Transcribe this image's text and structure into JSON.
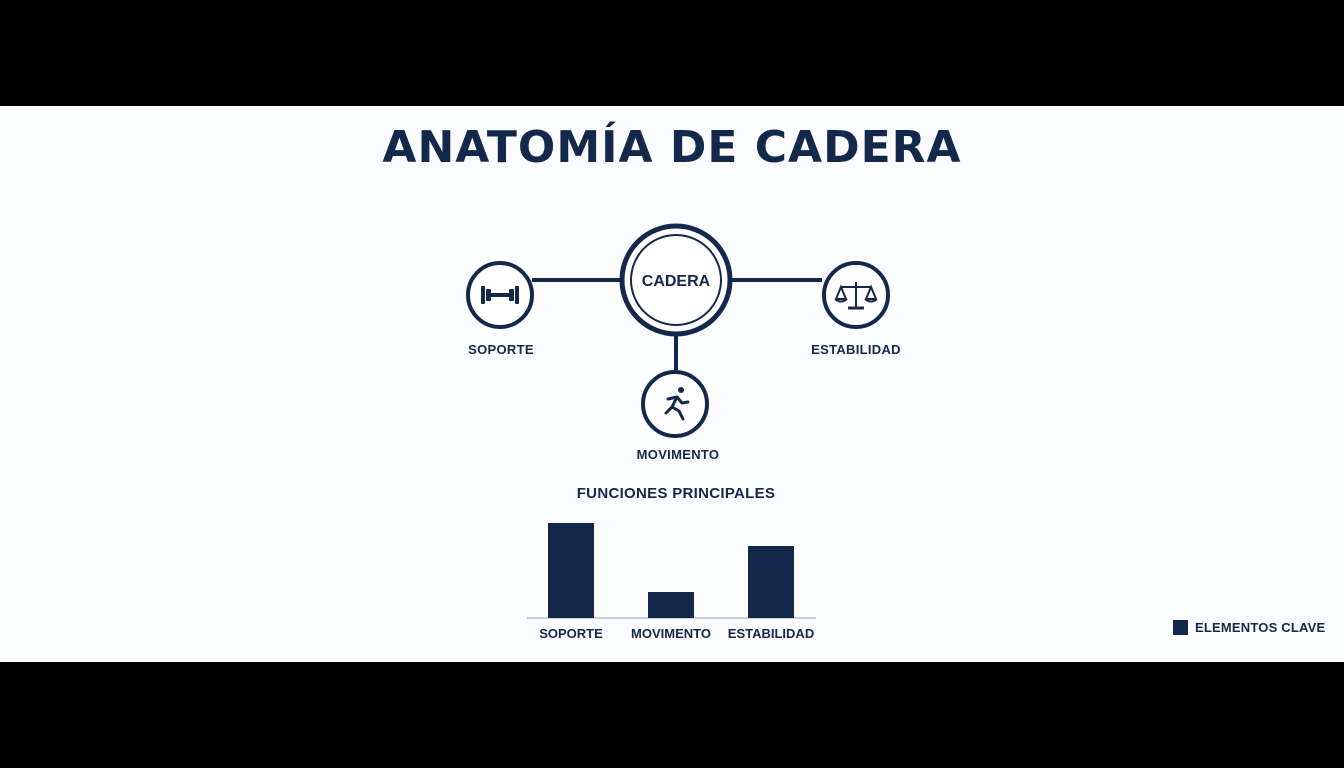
{
  "title": "ANATOMÍA DE CADERA",
  "diagram": {
    "center_label": "CADERA",
    "nodes": [
      {
        "label": "SOPORTE",
        "icon": "dumbbell-icon"
      },
      {
        "label": "ESTABILIDAD",
        "icon": "balance-scale-icon"
      },
      {
        "label": "MOVIMENTO",
        "icon": "running-person-icon"
      }
    ]
  },
  "chart_data": {
    "type": "bar",
    "title": "FUNCIONES PRINCIPALES",
    "categories": [
      "SOPORTE",
      "MOVIMENTO",
      "ESTABILIDAD"
    ],
    "series": [
      {
        "name": "ELEMENTOS CLAVE",
        "values": [
          95,
          26,
          72
        ]
      }
    ],
    "ylim": [
      0,
      100
    ],
    "grid": false,
    "legend": "bottom-right"
  },
  "colors": {
    "ink": "#13284a",
    "background": "#fbfcfd",
    "letterbox": "#000000"
  }
}
